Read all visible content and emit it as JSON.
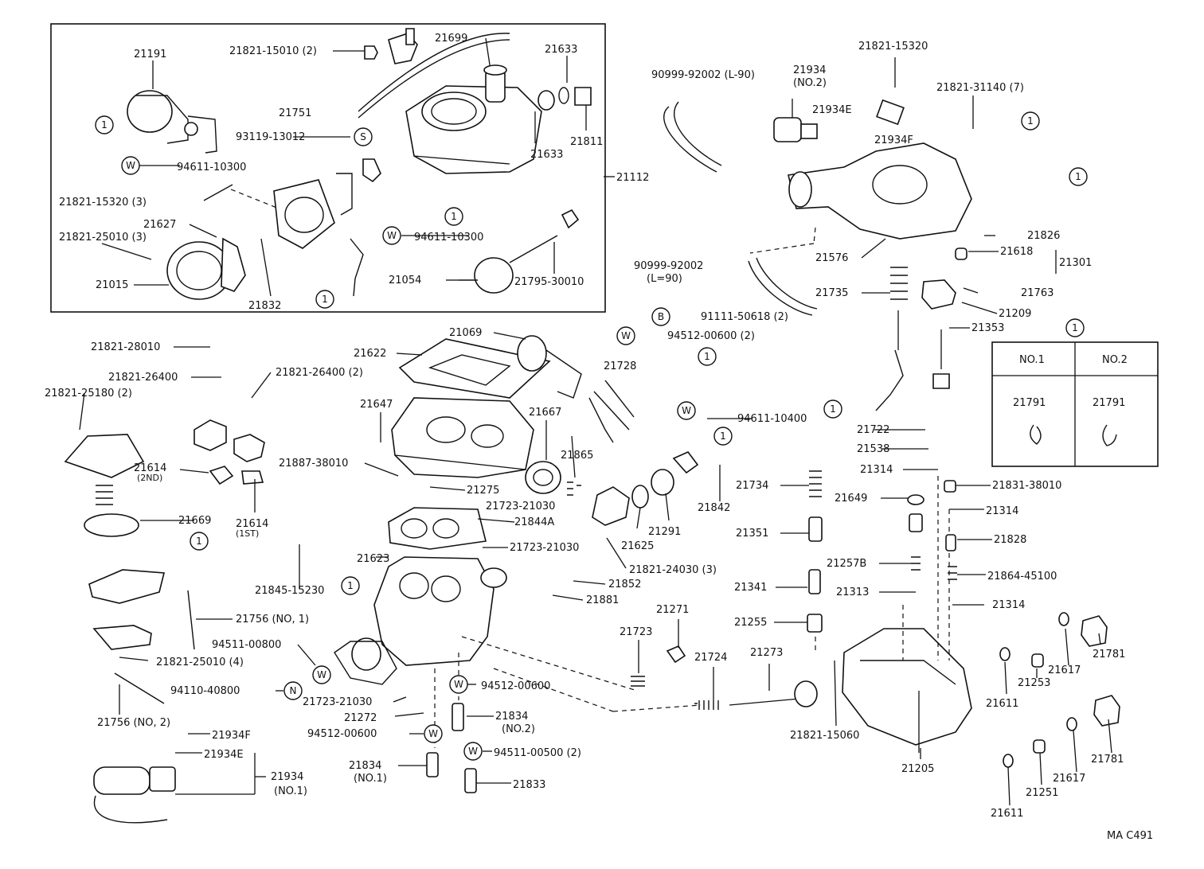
{
  "diagram_code": "MA C491",
  "legend": {
    "title": "1",
    "headers": [
      "NO.1",
      "NO.2"
    ],
    "values": [
      "21791",
      "21791"
    ]
  },
  "labels": {
    "p21191": "21191",
    "p21821_15010": "21821-15010 (2)",
    "p21699": "21699",
    "p21633a": "21633",
    "p21751": "21751",
    "p93119": "93119-13012",
    "p21633b": "21633",
    "p21811": "21811",
    "p94611a": "94611-10300",
    "p21112": "21112",
    "p21821_15320_3": "21821-15320 (3)",
    "p21627": "21627",
    "p21821_25010_3": "21821-25010 (3)",
    "p94611b": "94611-10300",
    "p21015": "21015",
    "p21054": "21054",
    "p21795": "21795-30010",
    "p21832": "21832",
    "p21821_15320": "21821-15320",
    "p90999_1": "90999-92002 (L-90)",
    "p21934_no2": "21934",
    "p21934_no2b": "(NO.2)",
    "p21934E": "21934E",
    "p21821_31140": "21821-31140 (7)",
    "p21934F": "21934F",
    "p21826": "21826",
    "p21576": "21576",
    "p90999_2": "90999-92002",
    "p90999_2b": "(L=90)",
    "p21618": "21618",
    "p21301": "21301",
    "p21735": "21735",
    "p21763": "21763",
    "p21209": "21209",
    "p91111": "91111-50618 (2)",
    "p94512_2": "94512-00600 (2)",
    "p21353": "21353",
    "p21069": "21069",
    "p21622": "21622",
    "p21728": "21728",
    "p21821_28010": "21821-28010",
    "p21821_26400": "21821-26400",
    "p21821_26400_2": "21821-26400 (2)",
    "p21821_25180": "21821-25180 (2)",
    "p21647": "21647",
    "p21667": "21667",
    "p94611c": "94611-10400",
    "p21722": "21722",
    "p21538": "21538",
    "p21614_2nd": "21614",
    "p2nd": "(2ND)",
    "p21887": "21887-38010",
    "p21865": "21865",
    "p21314a": "21314",
    "p21831": "21831-38010",
    "p21275": "21275",
    "p21723_a": "21723-21030",
    "p21734": "21734",
    "p21649": "21649",
    "p21614_1st": "21614",
    "p1st": "(1ST)",
    "p21669": "21669",
    "p21844A": "21844A",
    "p21291": "21291",
    "p21842": "21842",
    "p21314b": "21314",
    "p21351": "21351",
    "p21828": "21828",
    "p21625": "21625",
    "p21723_b": "21723-21030",
    "p21623": "21623",
    "p21821_24030": "21821-24030 (3)",
    "p21257B": "21257B",
    "p21864": "21864-45100",
    "p21845": "21845-15230",
    "p21852": "21852",
    "p21881": "21881",
    "p21341": "21341",
    "p21313": "21313",
    "p21314c": "21314",
    "p21271": "21271",
    "p21756_1": "21756 (NO, 1)",
    "p21255": "21255",
    "p21723": "21723",
    "p94511": "94511-00800",
    "p21821_25010_4": "21821-25010 (4)",
    "p21724": "21724",
    "p21273": "21273",
    "p21781a": "21781",
    "p21617a": "21617",
    "p94110": "94110-40800",
    "p94512_b": "94512-00600",
    "p21253": "21253",
    "p21611a": "21611",
    "p21723_c": "21723-21030",
    "p21272": "21272",
    "p21756_2": "21756 (NO, 2)",
    "p21834_2": "21834",
    "p21834_2b": "(NO.2)",
    "p21934F_b": "21934F",
    "p94512_c": "94512-00600",
    "p21821_15060": "21821-15060",
    "p21934E_b": "21934E",
    "p94511_500": "94511-00500 (2)",
    "p21934_1": "21934",
    "p21934_1b": "(NO.1)",
    "p21834_1": "21834",
    "p21834_1b": "(NO.1)",
    "p21205": "21205",
    "p21781b": "21781",
    "p21617b": "21617",
    "p21251": "21251",
    "p21833": "21833",
    "p21611b": "21611"
  },
  "callouts": {
    "ref1": "1",
    "W": "W",
    "S": "S",
    "B": "B",
    "N": "N"
  }
}
